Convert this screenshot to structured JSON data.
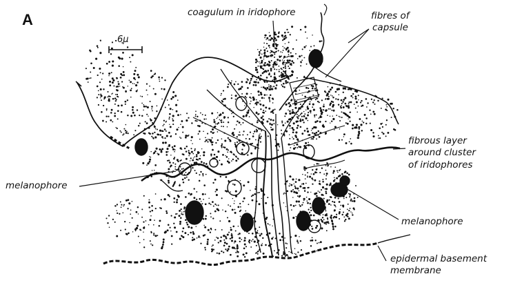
{
  "figure": {
    "panel_label": "A",
    "scale_bar_label": "6μ"
  },
  "labels": {
    "coagulum": "coagulum in iridophore",
    "fibres_line1": "fibres of",
    "fibres_line2": "capsule",
    "fibrous_line1": "fibrous layer",
    "fibrous_line2": "around cluster",
    "fibrous_line3": "of iridophores",
    "melanophore_left": "melanophore",
    "melanophore_right": "melanophore",
    "epidermal_line1": "epidermal basement",
    "epidermal_line2": "membrane"
  }
}
